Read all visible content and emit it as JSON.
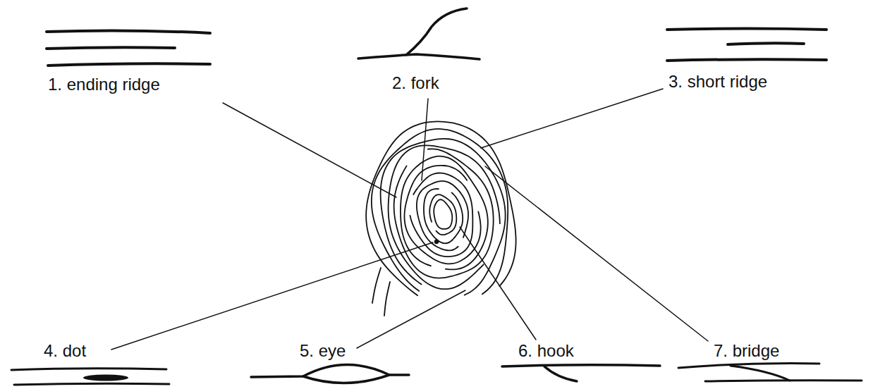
{
  "diagram": {
    "labels": [
      "1. ending ridge",
      "2. fork",
      "3. short ridge",
      "4. dot",
      "5. eye",
      "6. hook",
      "7. bridge"
    ]
  }
}
